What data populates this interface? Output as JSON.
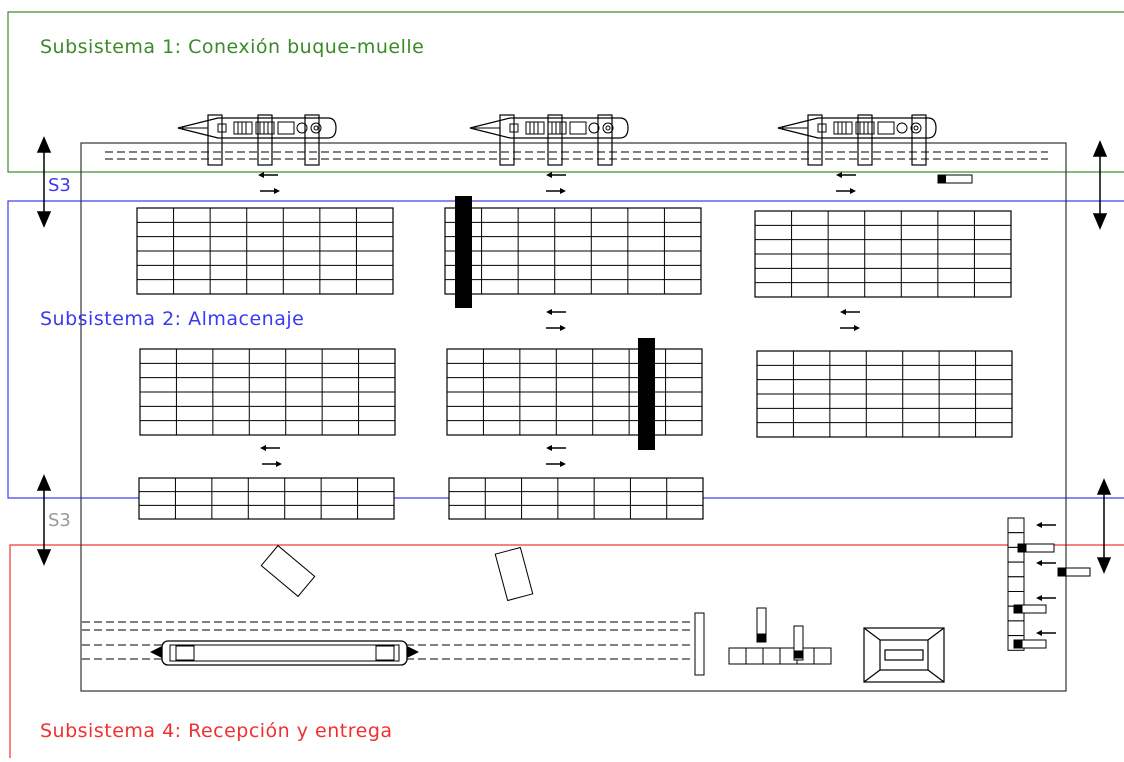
{
  "subsystems": {
    "s1": {
      "label": "Subsistema 1: Conexión buque-muelle",
      "color": "#3a8a28"
    },
    "s2": {
      "label": "Subsistema 2: Almacenaje",
      "color": "#3a3af0"
    },
    "s4": {
      "label": "Subsistema 4: Recepción y entrega",
      "color": "#f03030"
    },
    "s3_top": {
      "label": "S3",
      "color": "#3a3af0"
    },
    "s3_bottom": {
      "label": "S3",
      "color": "#999999"
    }
  },
  "colors": {
    "outline": "#000000",
    "terminal_border": "#888888"
  },
  "icons": [
    "ship-icon",
    "crane-icon",
    "train-icon",
    "truck-icon",
    "double-arrow-icon",
    "flow-arrow-icon",
    "gate-icon"
  ]
}
